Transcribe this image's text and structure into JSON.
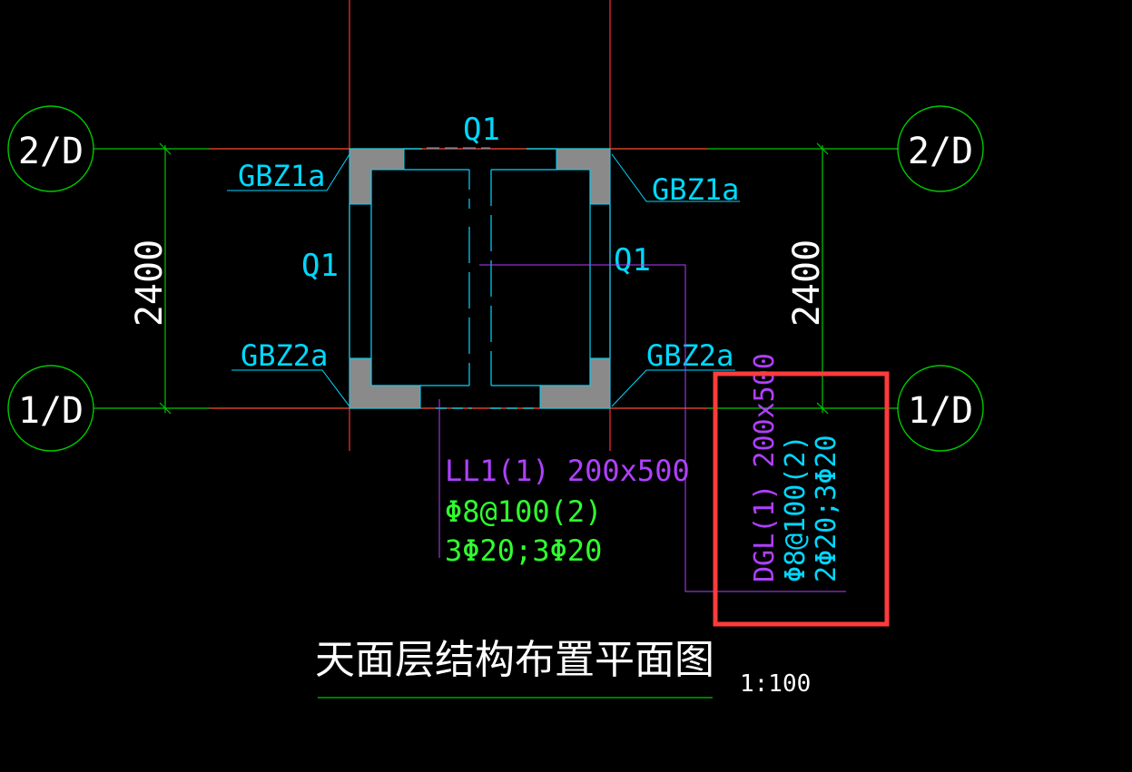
{
  "colors": {
    "background": "#000000",
    "axis_line": "#00c800",
    "wall_line": "#ff3030",
    "wall_outline": "#00d8ff",
    "column_fill": "#8a8a8a",
    "beam_label": "#b040ff",
    "reinforcement_label": "#30ff30",
    "text": "#ffffff",
    "highlight": "#ff3b3b"
  },
  "axes": {
    "top": "2/D",
    "bottom": "1/D"
  },
  "dimensions": {
    "left": "2400",
    "right": "2400"
  },
  "walls": {
    "top": "Q1",
    "left": "Q1",
    "right": "Q1"
  },
  "columns": {
    "top_left": "GBZ1a",
    "top_right": "GBZ1a",
    "bottom_left": "GBZ2a",
    "bottom_right": "GBZ2a"
  },
  "beam_ll": {
    "line1": "LL1(1) 200x500",
    "line2": "Φ8@100(2)",
    "line3": "3Φ20;3Φ20"
  },
  "beam_dgl": {
    "line1": "DGL(1) 200x500",
    "line2": "Φ8@100(2)",
    "line3": "2Φ20;3Φ20"
  },
  "title": {
    "text": "天面层结构布置平面图",
    "scale": "1:100"
  }
}
